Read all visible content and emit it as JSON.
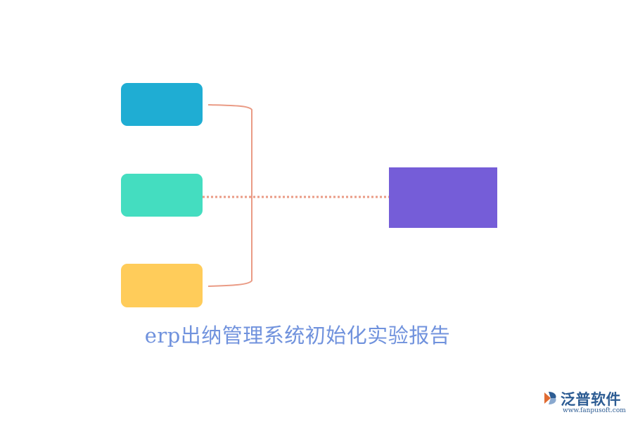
{
  "diagram": {
    "caption": "erp出纳管理系统初始化实验报告",
    "caption_color": "#7092dd",
    "connector_color": "#ea9b85",
    "left_boxes": [
      {
        "color": "#1fadd3"
      },
      {
        "color": "#44ddc0"
      },
      {
        "color": "#ffcc5a"
      }
    ],
    "right_box": {
      "color": "#755dd8"
    }
  },
  "watermark": {
    "name": "泛普软件",
    "url": "www.fanpusoft.com",
    "icon": "fanpu-logo-icon"
  }
}
